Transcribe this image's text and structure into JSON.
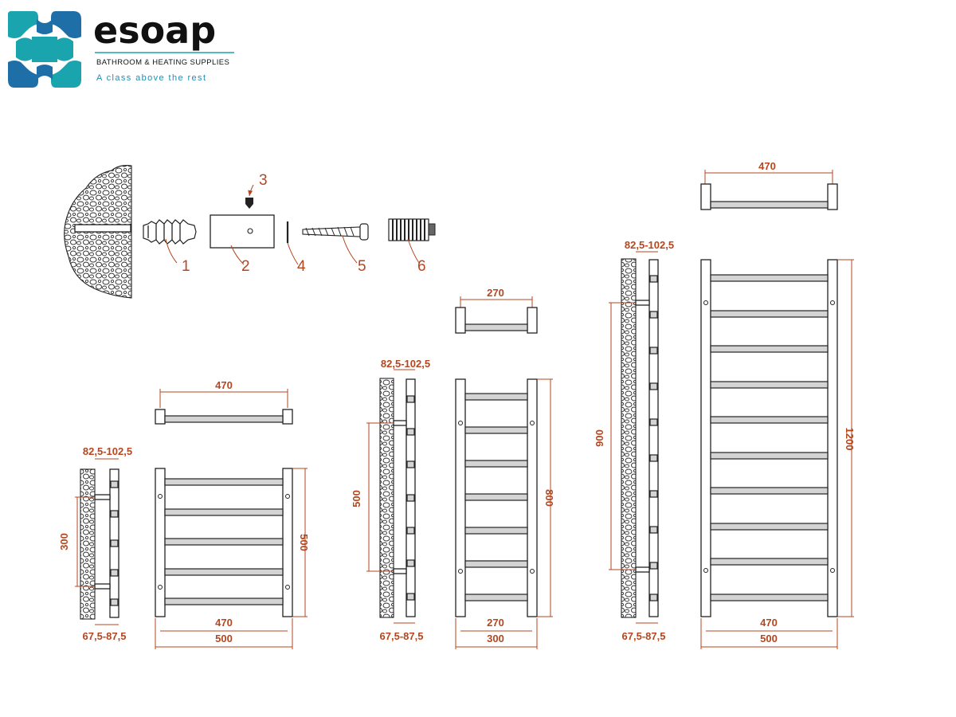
{
  "brand": {
    "name": "esoap",
    "subtitle": "BATHROOM & HEATING SUPPLIES",
    "tagline": "A class above the rest",
    "colors": {
      "teal": "#1aa4ad",
      "blue": "#1e6fa8",
      "text": "#111111",
      "accent": "#b5461f"
    }
  },
  "parts": {
    "labels": [
      "1",
      "2",
      "3",
      "4",
      "5",
      "6"
    ]
  },
  "small": {
    "top_width": "470",
    "wall_gap": "82,5-102,5",
    "bracket_spacing": "300",
    "height": "500",
    "inner_width": "470",
    "outer_width": "500",
    "side_depth": "67,5-87,5"
  },
  "medium": {
    "top_width": "270",
    "wall_gap": "82,5-102,5",
    "bracket_spacing": "500",
    "height": "800",
    "inner_width": "270",
    "outer_width": "300",
    "side_depth": "67,5-87,5"
  },
  "large": {
    "top_width": "470",
    "wall_gap": "82,5-102,5",
    "bracket_spacing": "900",
    "height": "1200",
    "inner_width": "470",
    "outer_width": "500",
    "side_depth": "67,5-87,5"
  }
}
